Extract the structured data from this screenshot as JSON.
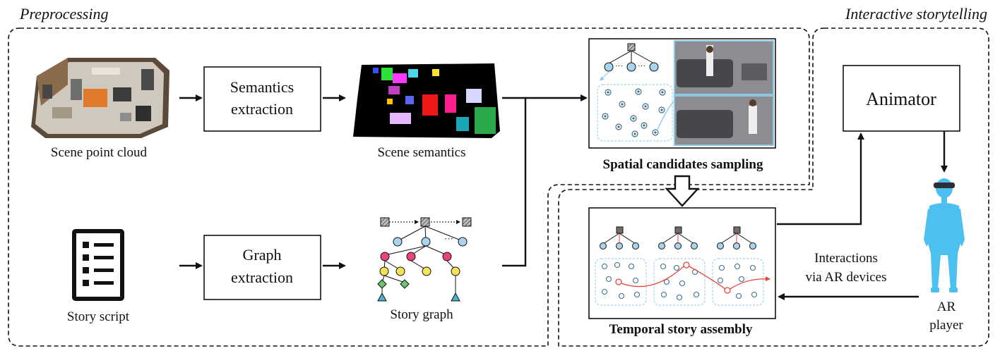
{
  "sections": {
    "preprocessing": "Preprocessing",
    "interactive": "Interactive storytelling"
  },
  "nodes": {
    "scene_point_cloud": "Scene point cloud",
    "semantics_extraction_l1": "Semantics",
    "semantics_extraction_l2": "extraction",
    "scene_semantics": "Scene semantics",
    "story_script": "Story script",
    "graph_extraction_l1": "Graph",
    "graph_extraction_l2": "extraction",
    "story_graph": "Story graph",
    "spatial_sampling": "Spatial candidates sampling",
    "temporal_assembly": "Temporal story assembly",
    "animator": "Animator",
    "ar_player_l1": "AR",
    "ar_player_l2": "player",
    "interactions_l1": "Interactions",
    "interactions_l2": "via AR devices"
  },
  "icons": {
    "scene_cloud": "room-3d-scan-image",
    "semantics_map": "colored-semantic-map-image",
    "script": "checklist-document-icon",
    "graph": "story-graph-tree-icon",
    "sampling": "sampling-thumbnail-image",
    "assembly": "assembly-thumbnail-image",
    "player": "person-with-headset-icon"
  },
  "colors": {
    "stroke": "#111111",
    "node_blue": "#a8d4ee",
    "node_pink": "#e8457a",
    "node_yellow": "#f5e257",
    "node_green": "#6fc36f",
    "node_teal": "#4fb3c8",
    "player_blue": "#4cc0ee",
    "path_red": "#e8443a",
    "orange": "#e07a2a"
  }
}
